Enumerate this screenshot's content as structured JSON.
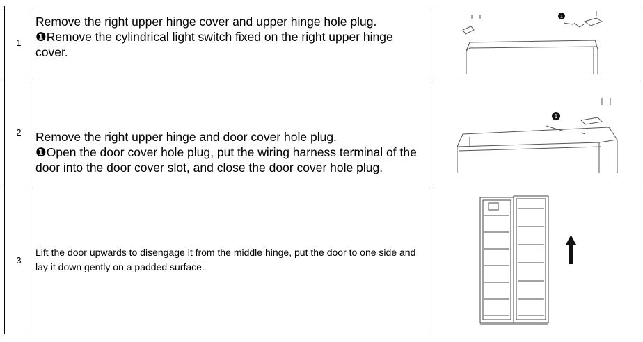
{
  "steps": [
    {
      "number": "1",
      "line1": "Remove the right upper hinge cover and upper hinge hole plug.",
      "line2": "❶Remove the cylindrical light switch fixed on the right upper hinge cover."
    },
    {
      "number": "2",
      "line1": "Remove the right upper hinge and door cover hole plug.",
      "line2": "❶Open the door cover hole plug, put the wiring harness terminal of the door into the door cover slot, and close the door cover hole plug."
    },
    {
      "number": "3",
      "line1": "Lift the door upwards to disengage it from the middle hinge, put the door to one side and lay it down gently on a padded surface."
    }
  ]
}
